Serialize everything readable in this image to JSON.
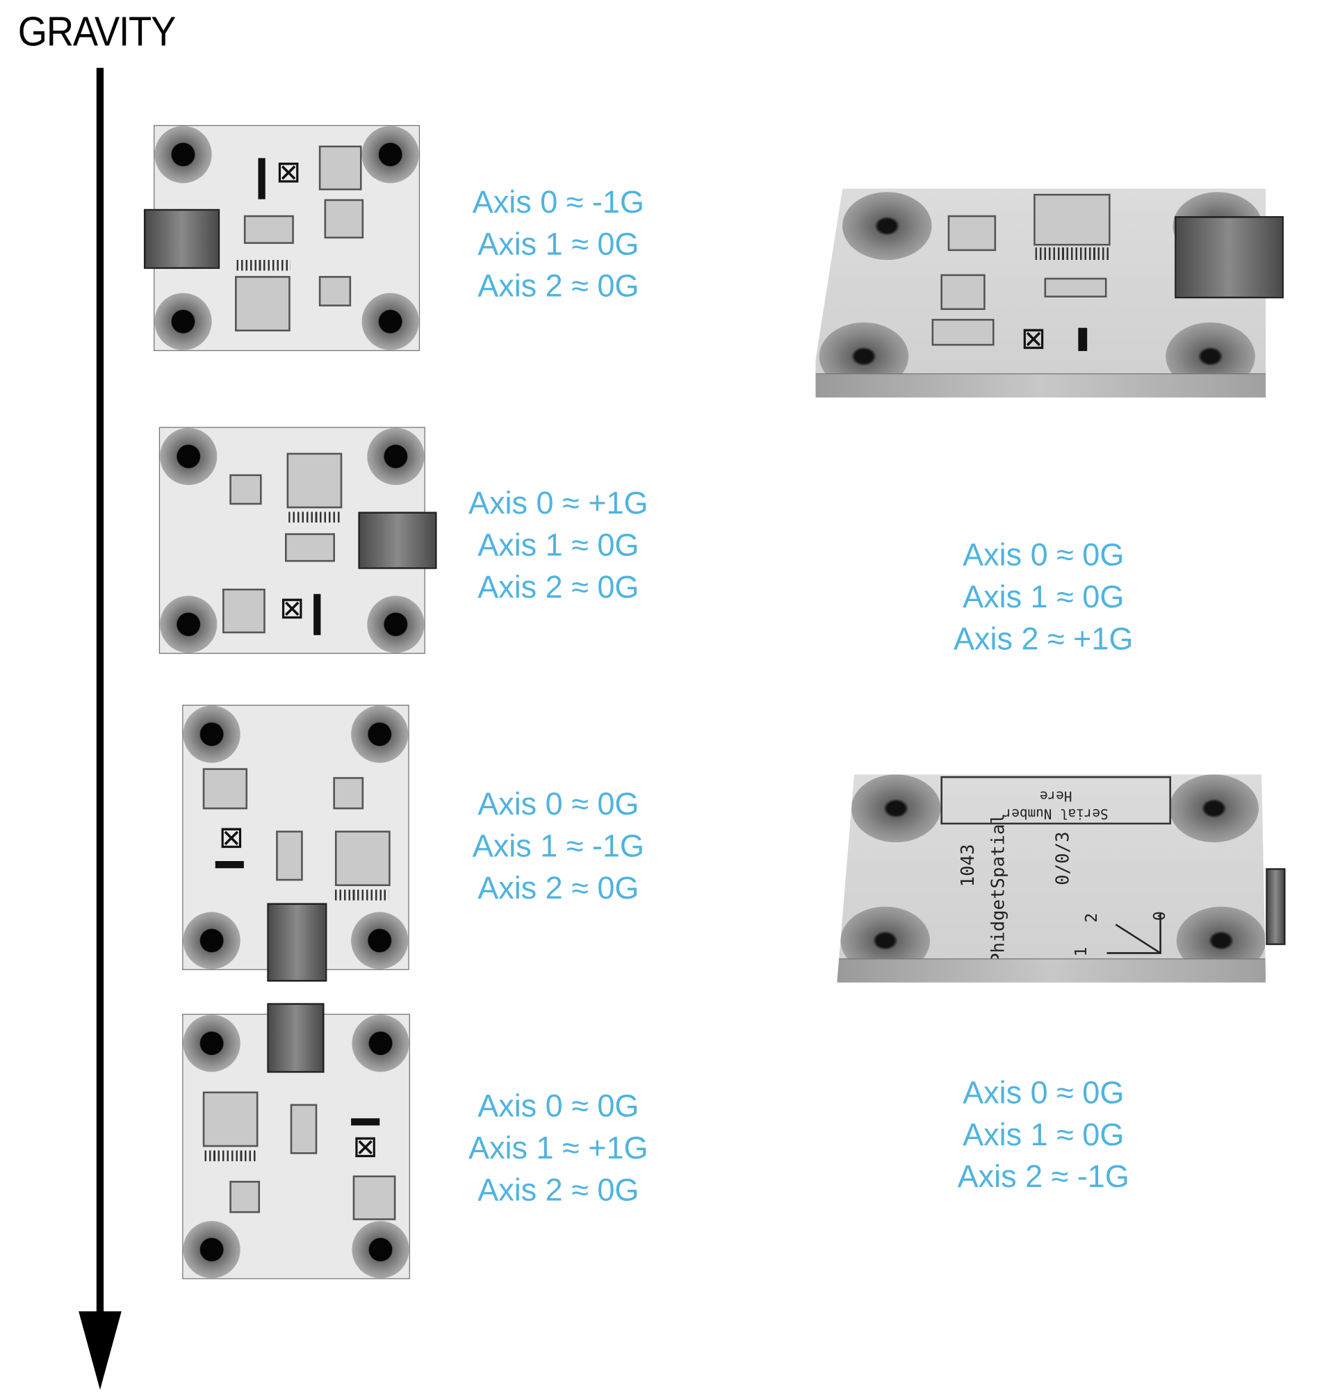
{
  "title": "GRAVITY",
  "colors": {
    "label": "#4fb3df",
    "arrow": "#000000"
  },
  "orientations": [
    {
      "lines": [
        "Axis 0 ≈ -1G",
        "Axis 1 ≈ 0G",
        "Axis 2 ≈ 0G"
      ]
    },
    {
      "lines": [
        "Axis 0 ≈ +1G",
        "Axis 1 ≈ 0G",
        "Axis 2 ≈ 0G"
      ]
    },
    {
      "lines": [
        "Axis 0 ≈ 0G",
        "Axis 1 ≈ -1G",
        "Axis 2 ≈ 0G"
      ]
    },
    {
      "lines": [
        "Axis 0 ≈ 0G",
        "Axis 1 ≈ +1G",
        "Axis 2 ≈ 0G"
      ]
    },
    {
      "lines": [
        "Axis 0 ≈ 0G",
        "Axis 1 ≈ 0G",
        "Axis 2 ≈ +1G"
      ]
    },
    {
      "lines": [
        "Axis 0 ≈ 0G",
        "Axis 1 ≈ 0G",
        "Axis 2 ≈ -1G"
      ]
    }
  ],
  "board_back_silkscreen": {
    "serial_line1": "Serial Number",
    "serial_line2": "Here",
    "part": "1043",
    "name": "PhidgetSpatial",
    "version": "0/0/3",
    "axis0": "0",
    "axis1": "1",
    "axis2": "2"
  }
}
